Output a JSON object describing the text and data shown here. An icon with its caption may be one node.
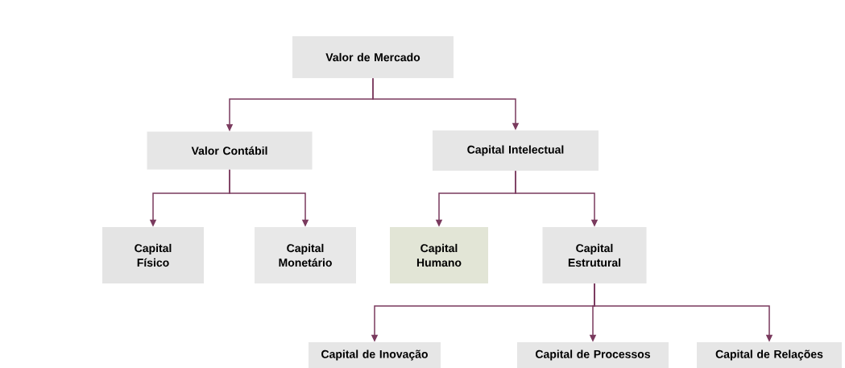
{
  "diagram": {
    "nodes": [
      {
        "text": [
          "Valor de Mercado"
        ]
      },
      {
        "text": [
          "Valor Contábil"
        ]
      },
      {
        "text": [
          "Capital Intelectual"
        ]
      },
      {
        "text": [
          "Capital Físico"
        ]
      },
      {
        "text": [
          "Capital Monetário"
        ]
      },
      {
        "text": [
          "Capital Humano"
        ]
      },
      {
        "text": [
          "Capital Estrutural"
        ]
      },
      {
        "text": [
          "Capital de Inovação"
        ]
      },
      {
        "text": [
          "Capital de Processos"
        ]
      },
      {
        "text": [
          "Capital de Relações"
        ]
      }
    ],
    "edges": [
      {
        "from": 0,
        "to": 1,
        "arrow": "to"
      },
      {
        "from": 0,
        "to": 2,
        "arrow": "to"
      },
      {
        "from": 1,
        "to": 3,
        "arrow": "to"
      },
      {
        "from": 1,
        "to": 4,
        "arrow": "to"
      },
      {
        "from": 2,
        "to": 5,
        "arrow": "to"
      },
      {
        "from": 2,
        "to": 6,
        "arrow": "to"
      },
      {
        "from": 6,
        "to": 7,
        "arrow": "to"
      },
      {
        "from": 6,
        "to": 8,
        "arrow": "to"
      },
      {
        "from": 6,
        "to": 9,
        "arrow": "to"
      }
    ]
  }
}
